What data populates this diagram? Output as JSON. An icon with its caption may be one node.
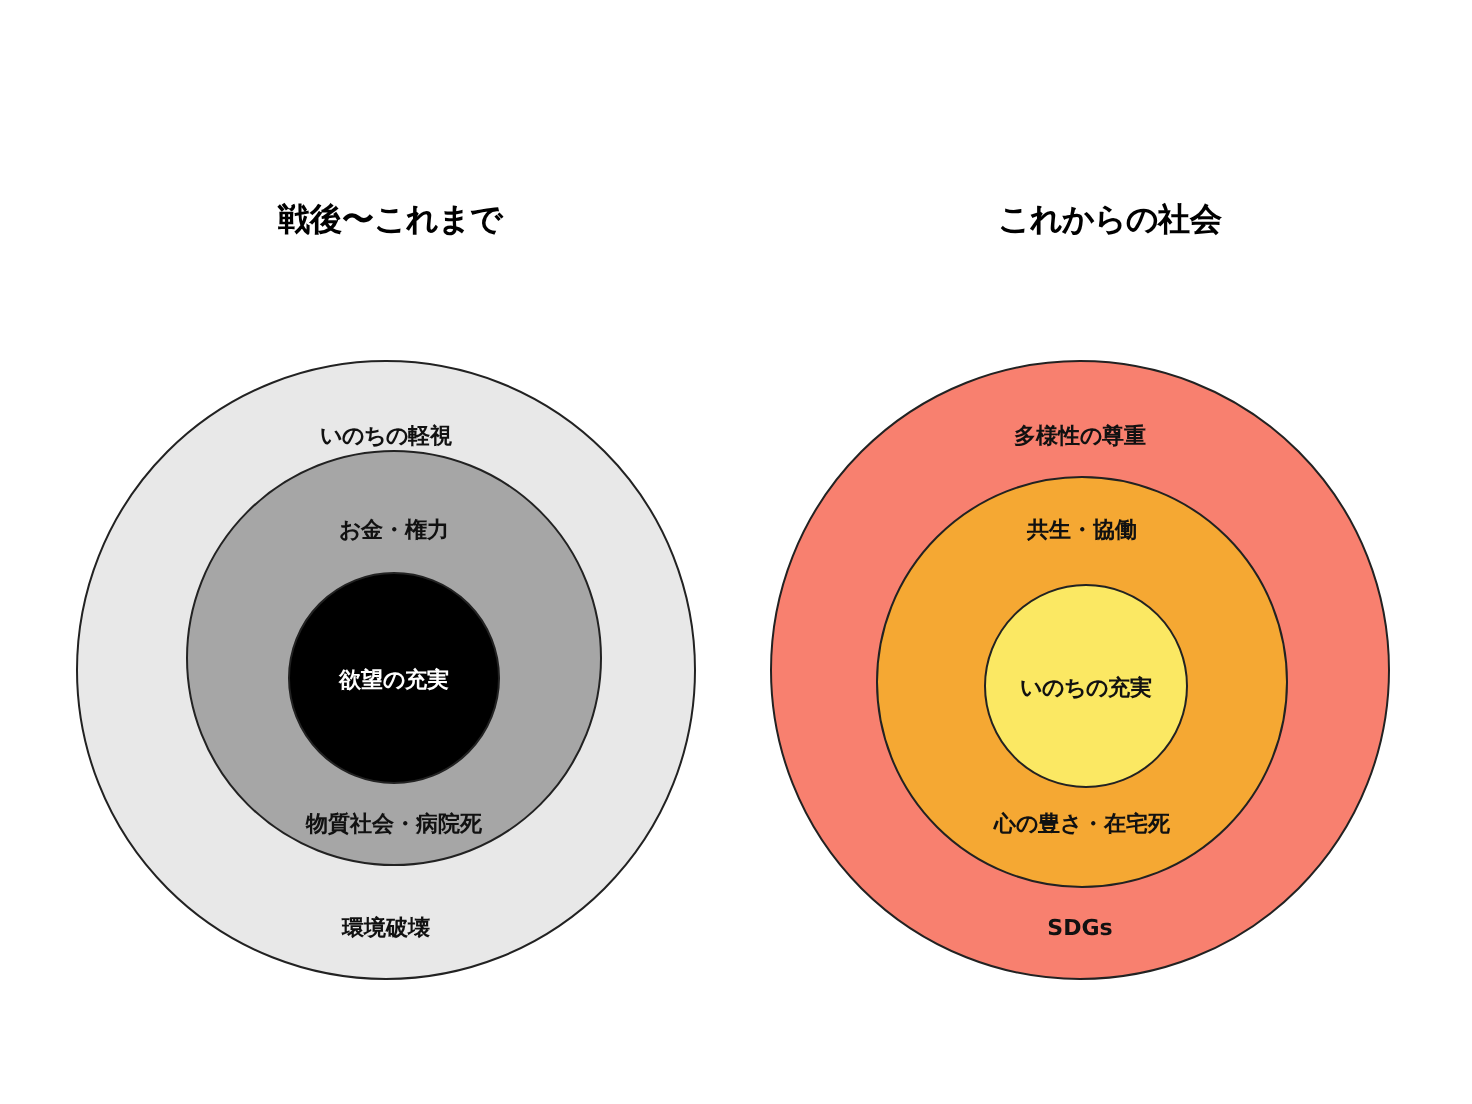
{
  "diagram": {
    "nodes": [
      {
        "text": [
          "いのちの軽視",
          "環境破壊"
        ]
      },
      {
        "text": [
          "お金・権力",
          "物質社会・病院死"
        ],
        "in": 0
      },
      {
        "text": [
          "欲望の充実"
        ],
        "in": 1
      },
      {
        "text": [
          "多様性の尊重",
          "SDGs"
        ]
      },
      {
        "text": [
          "共生・協働",
          "心の豊さ・在宅死"
        ],
        "in": 3
      },
      {
        "text": [
          "いのちの充実"
        ],
        "in": 4
      }
    ],
    "edges": [],
    "labels": [
      "戦後〜これまで",
      "これからの社会"
    ]
  }
}
